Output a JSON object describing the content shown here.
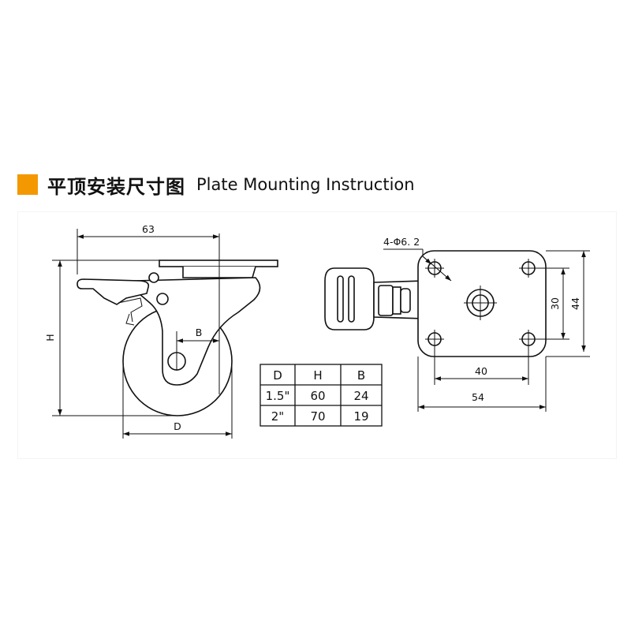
{
  "header": {
    "title_cn": "平顶安装尺寸图",
    "title_en": "Plate Mounting Instruction",
    "marker_color": "#f39800"
  },
  "side_view": {
    "dim_top_width": "63",
    "dim_height": "H",
    "dim_offset": "B",
    "dim_diameter": "D"
  },
  "table": {
    "headers": [
      "D",
      "H",
      "B"
    ],
    "rows": [
      [
        "1.5\"",
        "60",
        "24"
      ],
      [
        "2\"",
        "70",
        "19"
      ]
    ]
  },
  "top_view": {
    "hole_spec": "4-Φ6. 2",
    "dim_inner_height": "30",
    "dim_outer_height": "44",
    "dim_inner_width": "40",
    "dim_outer_width": "54"
  }
}
